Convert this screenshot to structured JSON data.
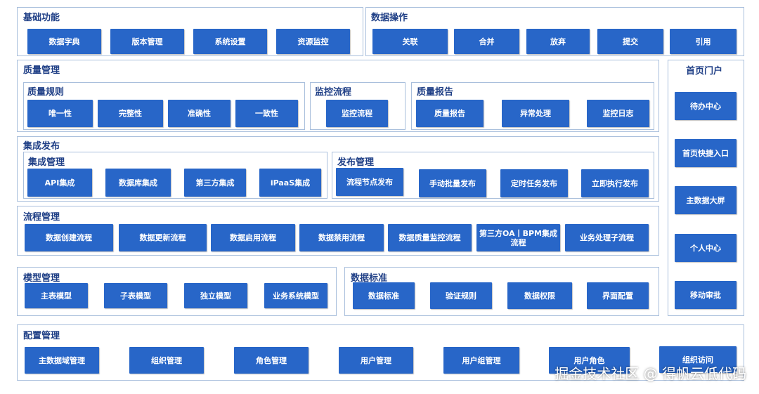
{
  "basic": {
    "title": "基础功能",
    "buttons": [
      "数据字典",
      "版本管理",
      "系统设置",
      "资源监控"
    ]
  },
  "data_ops": {
    "title": "数据操作",
    "buttons": [
      "关联",
      "合并",
      "放弃",
      "提交",
      "引用"
    ]
  },
  "quality": {
    "title": "质量管理",
    "rules": {
      "title": "质量规则",
      "buttons": [
        "唯一性",
        "完整性",
        "准确性",
        "一致性"
      ]
    },
    "monitor": {
      "title": "监控流程",
      "buttons": [
        "监控流程"
      ]
    },
    "report": {
      "title": "质量报告",
      "buttons": [
        "质量报告",
        "异常处理",
        "监控日志"
      ]
    }
  },
  "portal": {
    "title": "首页门户",
    "buttons": [
      "待办中心",
      "首页快捷入口",
      "主数据大屏",
      "个人中心",
      "移动审批"
    ]
  },
  "integration": {
    "title": "集成发布",
    "manage": {
      "title": "集成管理",
      "buttons": [
        "API集成",
        "数据库集成",
        "第三方集成",
        "iPaaS集成"
      ]
    },
    "publish": {
      "title": "发布管理",
      "buttons": [
        "流程节点发布",
        "手动批量发布",
        "定时任务发布",
        "立即执行发布"
      ]
    }
  },
  "process": {
    "title": "流程管理",
    "buttons": [
      "数据创建流程",
      "数据更新流程",
      "数据启用流程",
      "数据禁用流程",
      "数据质量监控流程",
      "第三方OA丨BPM集成流程",
      "业务处理子流程"
    ]
  },
  "model": {
    "title": "模型管理",
    "buttons": [
      "主表模型",
      "子表模型",
      "独立模型",
      "业务系统模型"
    ]
  },
  "standard": {
    "title": "数据标准",
    "buttons": [
      "数据标准",
      "验证规则",
      "数据权限",
      "界面配置"
    ]
  },
  "config": {
    "title": "配置管理",
    "buttons": [
      "主数据域管理",
      "组织管理",
      "角色管理",
      "用户管理",
      "用户组管理",
      "用户角色",
      "组织访问"
    ]
  },
  "watermark": "掘金技术社区 @ 得帆云低代码"
}
